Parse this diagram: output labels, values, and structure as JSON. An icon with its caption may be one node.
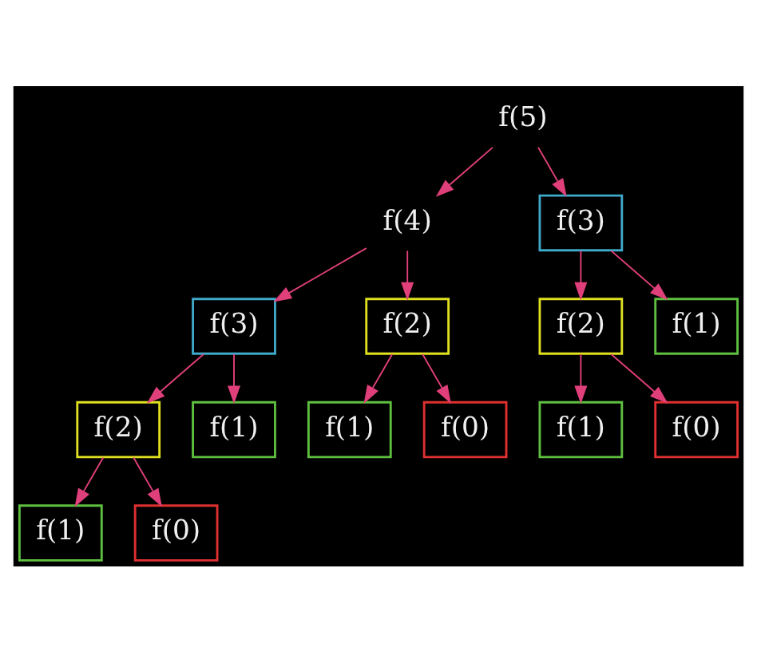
{
  "diagram": {
    "nodes": [
      {
        "text": [
          "f(5)"
        ]
      },
      {
        "text": [
          "f(4)"
        ]
      },
      {
        "text": [
          "f(3)"
        ]
      },
      {
        "text": [
          "f(3)"
        ]
      },
      {
        "text": [
          "f(2)"
        ]
      },
      {
        "text": [
          "f(2)"
        ]
      },
      {
        "text": [
          "f(1)"
        ]
      },
      {
        "text": [
          "f(2)"
        ]
      },
      {
        "text": [
          "f(1)"
        ]
      },
      {
        "text": [
          "f(1)"
        ]
      },
      {
        "text": [
          "f(0)"
        ]
      },
      {
        "text": [
          "f(1)"
        ]
      },
      {
        "text": [
          "f(0)"
        ]
      },
      {
        "text": [
          "f(1)"
        ]
      },
      {
        "text": [
          "f(0)"
        ]
      }
    ],
    "edges": [
      {
        "from": 0,
        "to": 1,
        "arrow": "to"
      },
      {
        "from": 0,
        "to": 2,
        "arrow": "to"
      },
      {
        "from": 1,
        "to": 3,
        "arrow": "to"
      },
      {
        "from": 1,
        "to": 4,
        "arrow": "to"
      },
      {
        "from": 2,
        "to": 5,
        "arrow": "to"
      },
      {
        "from": 2,
        "to": 6,
        "arrow": "to"
      },
      {
        "from": 3,
        "to": 7,
        "arrow": "to"
      },
      {
        "from": 3,
        "to": 8,
        "arrow": "to"
      },
      {
        "from": 4,
        "to": 9,
        "arrow": "to"
      },
      {
        "from": 4,
        "to": 10,
        "arrow": "to"
      },
      {
        "from": 5,
        "to": 11,
        "arrow": "to"
      },
      {
        "from": 5,
        "to": 12,
        "arrow": "to"
      },
      {
        "from": 7,
        "to": 13,
        "arrow": "to"
      },
      {
        "from": 7,
        "to": 14,
        "arrow": "to"
      }
    ]
  }
}
